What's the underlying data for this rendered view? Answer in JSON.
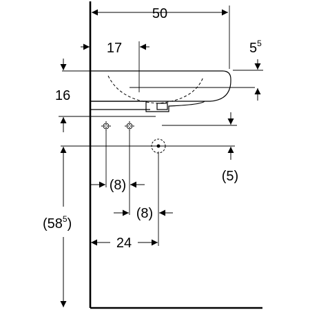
{
  "drawing": {
    "colors": {
      "line": "#000000",
      "background": "#ffffff"
    },
    "dimensions": {
      "overall_width": "50",
      "center_offset": "17",
      "rim_height_base": "5",
      "rim_height_sup": "5",
      "basin_height": "16",
      "wall_offset": "(5)",
      "pipe_spacing_left": "(8)",
      "pipe_spacing_right": "(8)",
      "drain_offset": "24",
      "mounting_height_prefix": "(58",
      "mounting_height_sup": "5",
      "mounting_height_suffix": ")"
    }
  }
}
